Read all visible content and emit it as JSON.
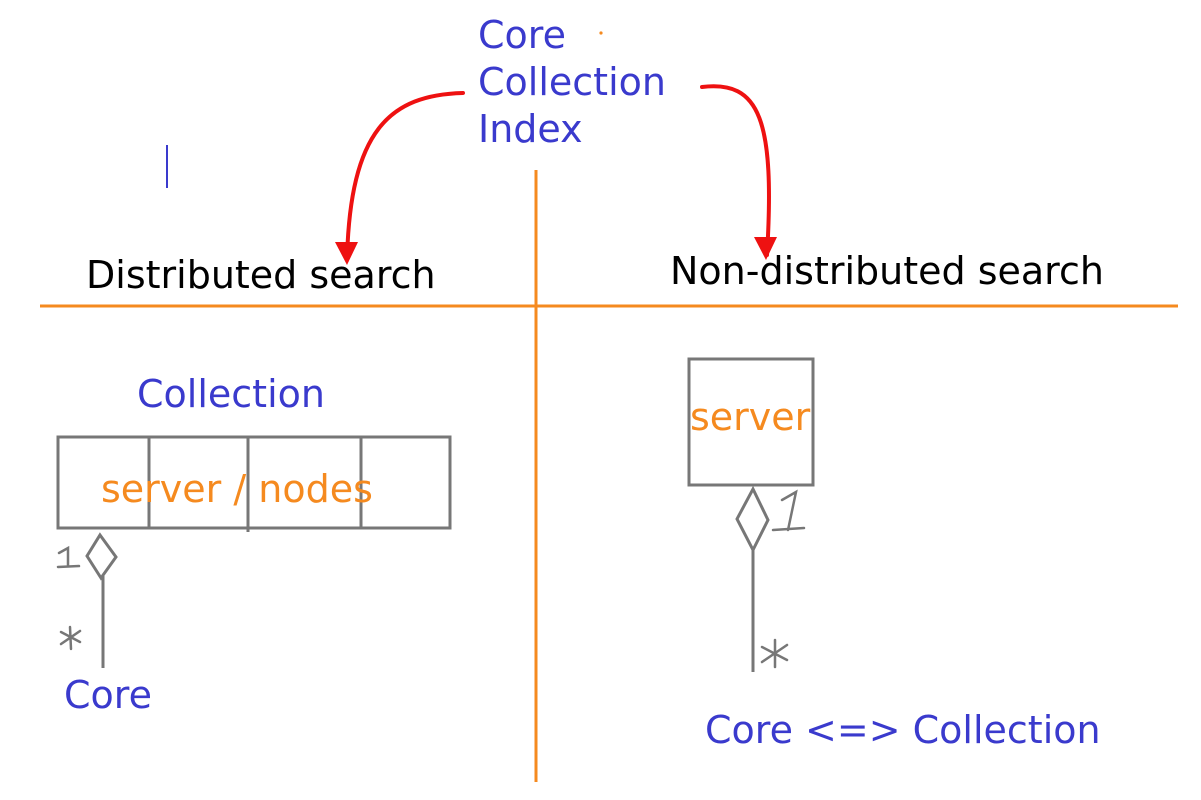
{
  "colors": {
    "label_blue": "#3a3acd",
    "axis_orange": "#f58a1f",
    "arrow_red": "#ee1111",
    "box_grey": "#777777",
    "heading_black": "#000000"
  },
  "top_terms": [
    "Core",
    "Collection",
    "Index"
  ],
  "left": {
    "heading": "Distributed search",
    "collection_label": "Collection",
    "box_text": "server / nodes",
    "multiplicity_one": "1",
    "multiplicity_many": "*",
    "core_label": "Core"
  },
  "right": {
    "heading": "Non-distributed search",
    "box_text": "server",
    "multiplicity_one": "1",
    "multiplicity_many": "*",
    "equivalence_label": "Core <=> Collection"
  }
}
